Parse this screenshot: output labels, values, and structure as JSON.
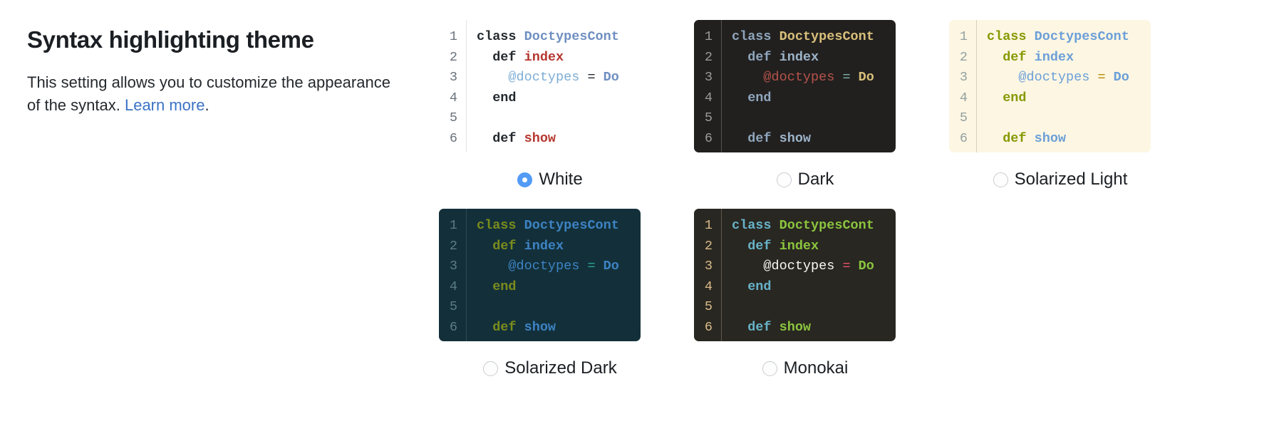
{
  "heading": "Syntax highlighting theme",
  "description": {
    "before_link": "This setting allows you to customize the appearance of the syntax. ",
    "link_text": "Learn more",
    "after_link": "."
  },
  "colors": {
    "accent": "#539bf5",
    "link": "#3b73c4",
    "text": "#1b1f23"
  },
  "code_sample": {
    "line_numbers": [
      "1",
      "2",
      "3",
      "4",
      "5",
      "6"
    ],
    "lines": [
      [
        {
          "t": "class ",
          "k": "keyword"
        },
        {
          "t": "DoctypesCont",
          "k": "class-name"
        }
      ],
      [
        {
          "t": "  def ",
          "k": "keyword"
        },
        {
          "t": "index",
          "k": "function"
        }
      ],
      [
        {
          "t": "    ",
          "k": "plain"
        },
        {
          "t": "@doctypes",
          "k": "ivar"
        },
        {
          "t": " = ",
          "k": "operator"
        },
        {
          "t": "Do",
          "k": "class-name"
        }
      ],
      [
        {
          "t": "  end",
          "k": "keyword"
        }
      ],
      [
        {
          "t": "",
          "k": "plain"
        }
      ],
      [
        {
          "t": "  def ",
          "k": "keyword"
        },
        {
          "t": "show",
          "k": "function"
        }
      ]
    ]
  },
  "themes": [
    {
      "id": "white",
      "label": "White",
      "selected": true,
      "palette": {
        "bg": "#ffffff",
        "gutter_bg": "#ffffff",
        "gutter_fg": "#6a737d",
        "divider": "#e1e4e8",
        "plain": "#24292e",
        "keyword": "#24292e",
        "class-name": "#6f8fc1",
        "function": "#b5372f",
        "ivar": "#7eadd6",
        "operator": "#24292e"
      }
    },
    {
      "id": "dark",
      "label": "Dark",
      "selected": false,
      "palette": {
        "bg": "#22201f",
        "gutter_bg": "#22201f",
        "gutter_fg": "#9a9a95",
        "divider": "#55514e",
        "plain": "#c9d1d9",
        "keyword": "#8fa6bd",
        "class-name": "#d8c07a",
        "function": "#9db4c9",
        "ivar": "#b5534a",
        "operator": "#7fb3ae"
      }
    },
    {
      "id": "solarized-light",
      "label": "Solarized Light",
      "selected": false,
      "palette": {
        "bg": "#fdf6e3",
        "gutter_bg": "#fdf6e3",
        "gutter_fg": "#93a1a1",
        "divider": "#d8d0bb",
        "plain": "#657b83",
        "keyword": "#859900",
        "class-name": "#6b9fd8",
        "function": "#6b9fd8",
        "ivar": "#6b9fd8",
        "operator": "#b58900"
      }
    },
    {
      "id": "solarized-dark",
      "label": "Solarized Dark",
      "selected": false,
      "palette": {
        "bg": "#13303a",
        "gutter_bg": "#13303a",
        "gutter_fg": "#5b7b85",
        "divider": "#2b4a53",
        "plain": "#93a1a1",
        "keyword": "#7b8c1c",
        "class-name": "#3d83c4",
        "function": "#3d83c4",
        "ivar": "#3d83c4",
        "operator": "#2aa198"
      }
    },
    {
      "id": "monokai",
      "label": "Monokai",
      "selected": false,
      "palette": {
        "bg": "#292721",
        "gutter_bg": "#292721",
        "gutter_fg": "#d9bb8a",
        "divider": "#5c584d",
        "plain": "#f8f8f2",
        "keyword": "#67b3c9",
        "class-name": "#8bc53f",
        "function": "#8bc53f",
        "ivar": "#f8f8f2",
        "operator": "#e8546b"
      }
    }
  ]
}
